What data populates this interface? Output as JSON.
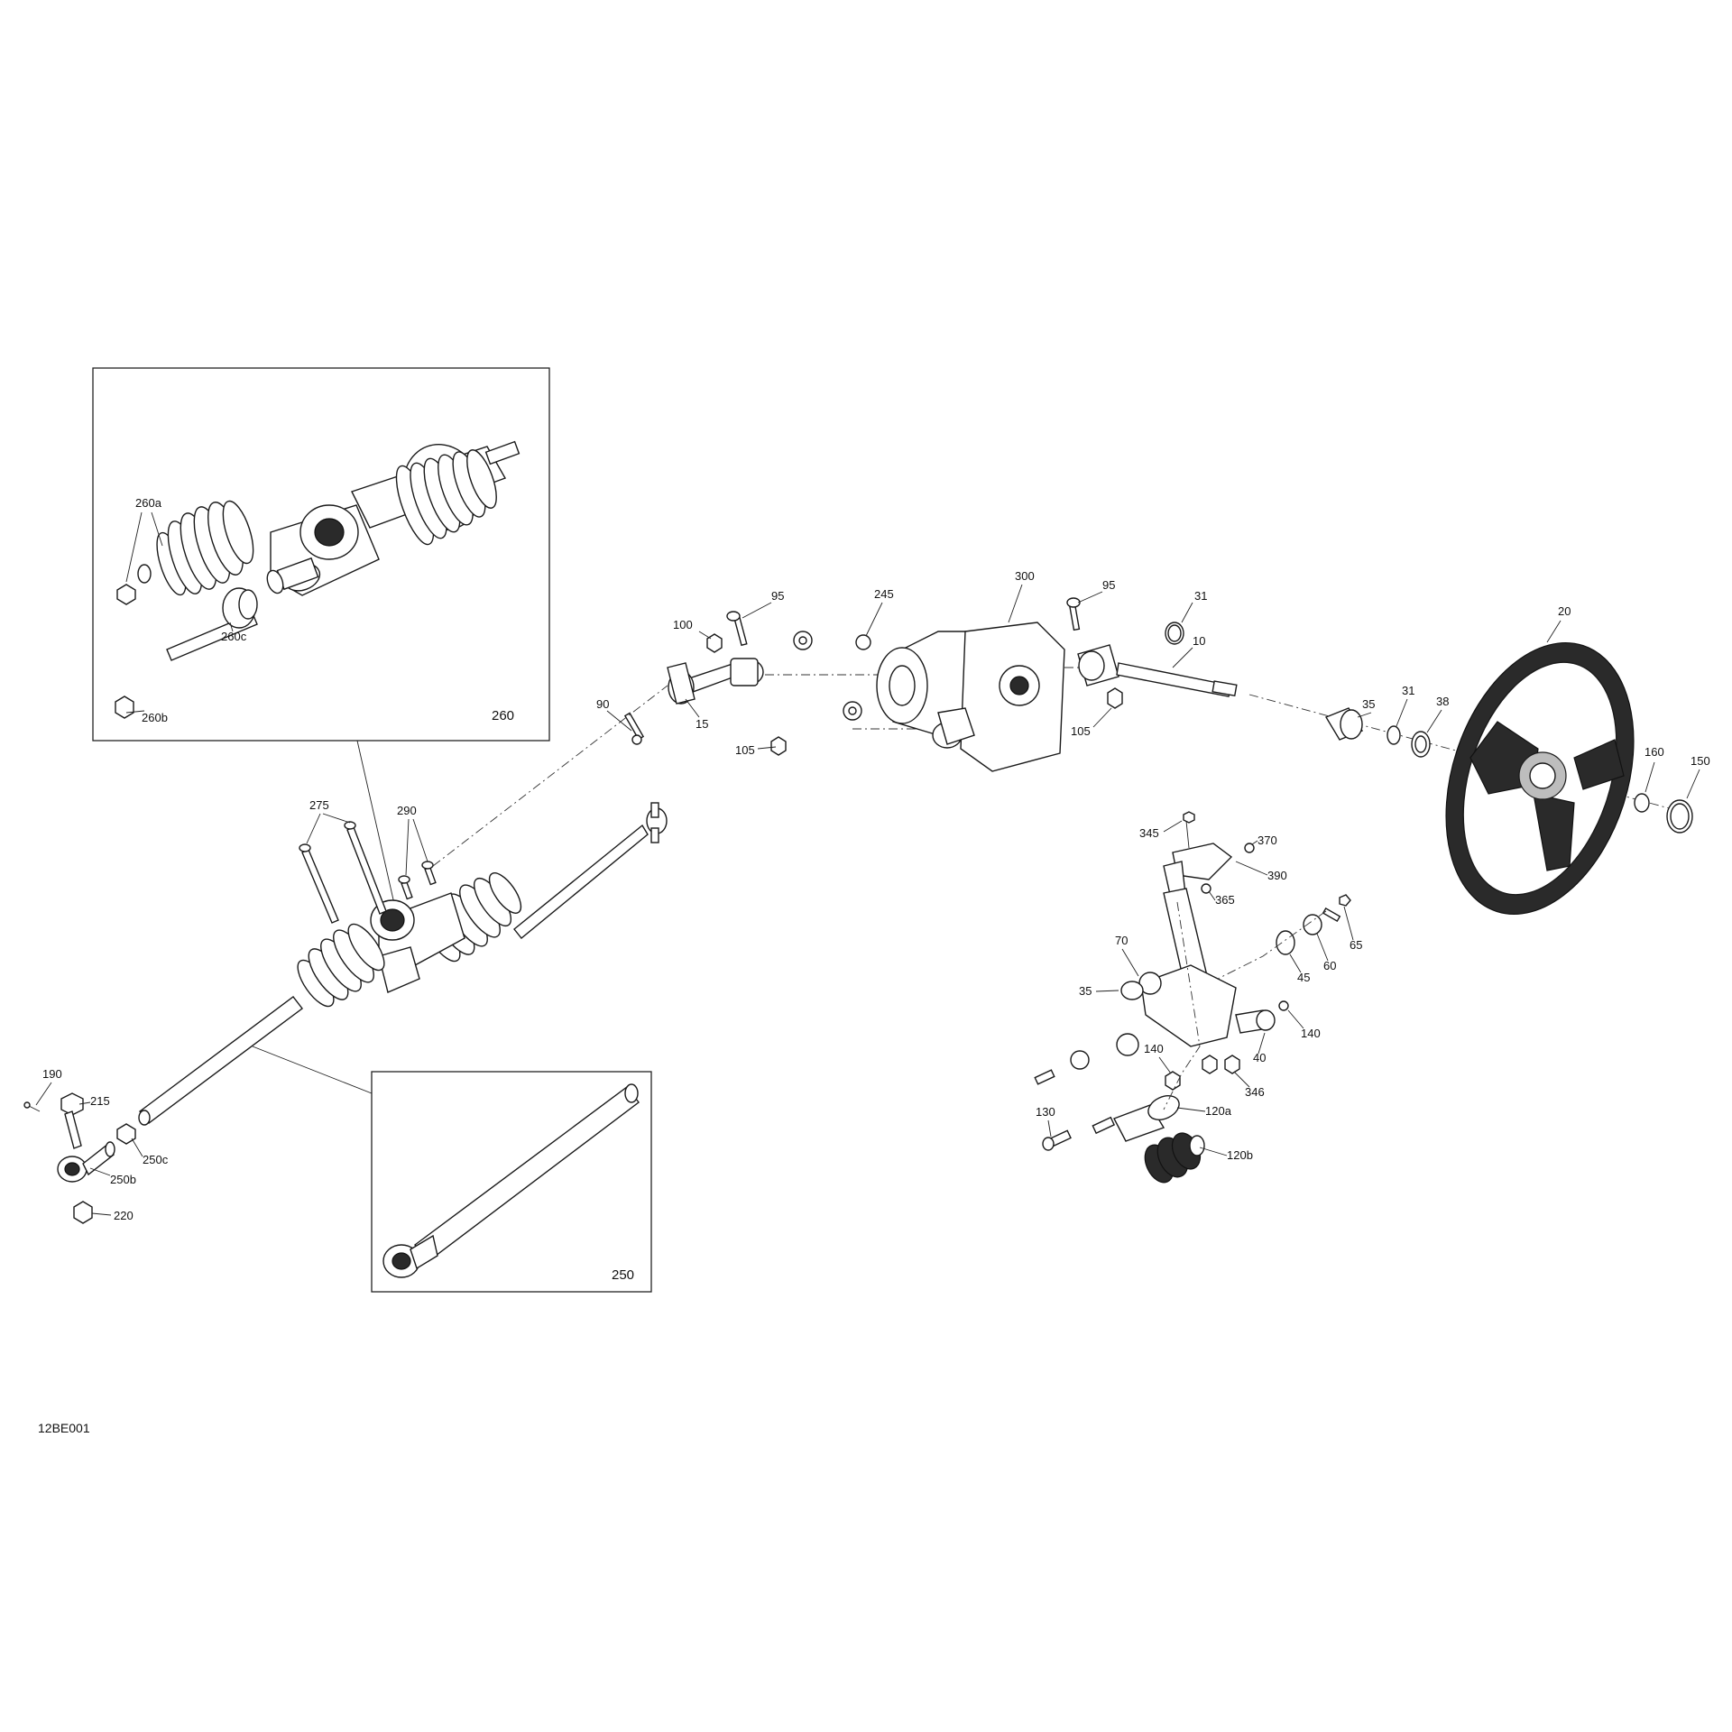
{
  "drawing_id": "12BE001",
  "callouts": {
    "c260a": "260a",
    "c260b": "260b",
    "c260c": "260c",
    "c260": "260",
    "c275": "275",
    "c290": "290",
    "c90": "90",
    "c100": "100",
    "c95a": "95",
    "c15": "15",
    "c105a": "105",
    "c245": "245",
    "c300": "300",
    "c95b": "95",
    "c105b": "105",
    "c31a": "31",
    "c10": "10",
    "c35a": "35",
    "c31b": "31",
    "c38": "38",
    "c20": "20",
    "c160": "160",
    "c150": "150",
    "c345": "345",
    "c370": "370",
    "c390": "390",
    "c365": "365",
    "c70": "70",
    "c35b": "35",
    "c45": "45",
    "c60": "60",
    "c65": "65",
    "c140a": "140",
    "c40": "40",
    "c140b": "140",
    "c346": "346",
    "c120a": "120a",
    "c130": "130",
    "c120b": "120b",
    "c190": "190",
    "c215": "215",
    "c250c": "250c",
    "c250b": "250b",
    "c220": "220",
    "c250": "250"
  }
}
